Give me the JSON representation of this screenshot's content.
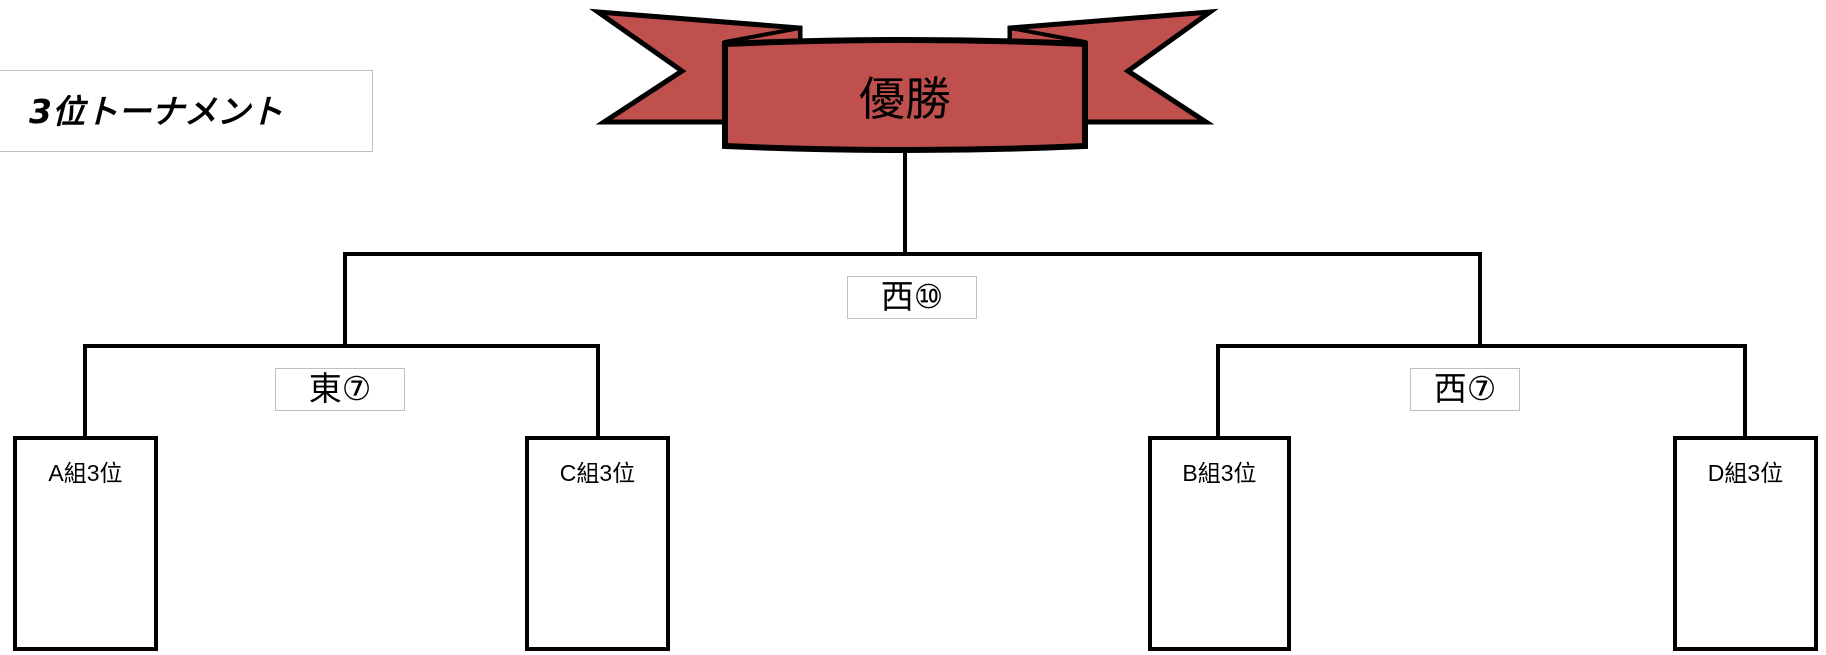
{
  "title": "3位トーナメント",
  "banner": {
    "text": "優勝",
    "fill": "#c0504d",
    "stroke": "#000000"
  },
  "bracket": {
    "final_label": "西⑩",
    "left_semi_label": "東⑦",
    "right_semi_label": "西⑦",
    "teams": [
      {
        "name": "A組3位"
      },
      {
        "name": "C組3位"
      },
      {
        "name": "B組3位"
      },
      {
        "name": "D組3位"
      }
    ]
  },
  "colors": {
    "line": "#000000",
    "label_border": "#bfbfbf",
    "background": "#ffffff"
  }
}
